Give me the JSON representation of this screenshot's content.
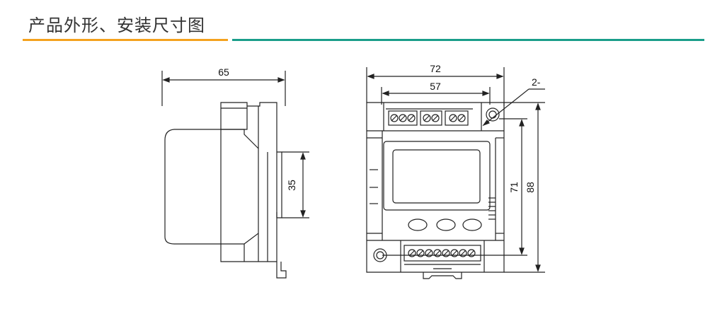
{
  "header": {
    "title": "产品外形、安装尺寸图",
    "accent_color": "#f4a21e",
    "line_color": "#1a9e8a"
  },
  "drawing": {
    "stroke_color": "#222222",
    "side_view": {
      "width_label": "65",
      "rail_label": "35"
    },
    "front_view": {
      "width_label": "72",
      "inner_width_label": "57",
      "hole_label": "2-",
      "height_label": "88",
      "inner_height_label": "71"
    }
  }
}
